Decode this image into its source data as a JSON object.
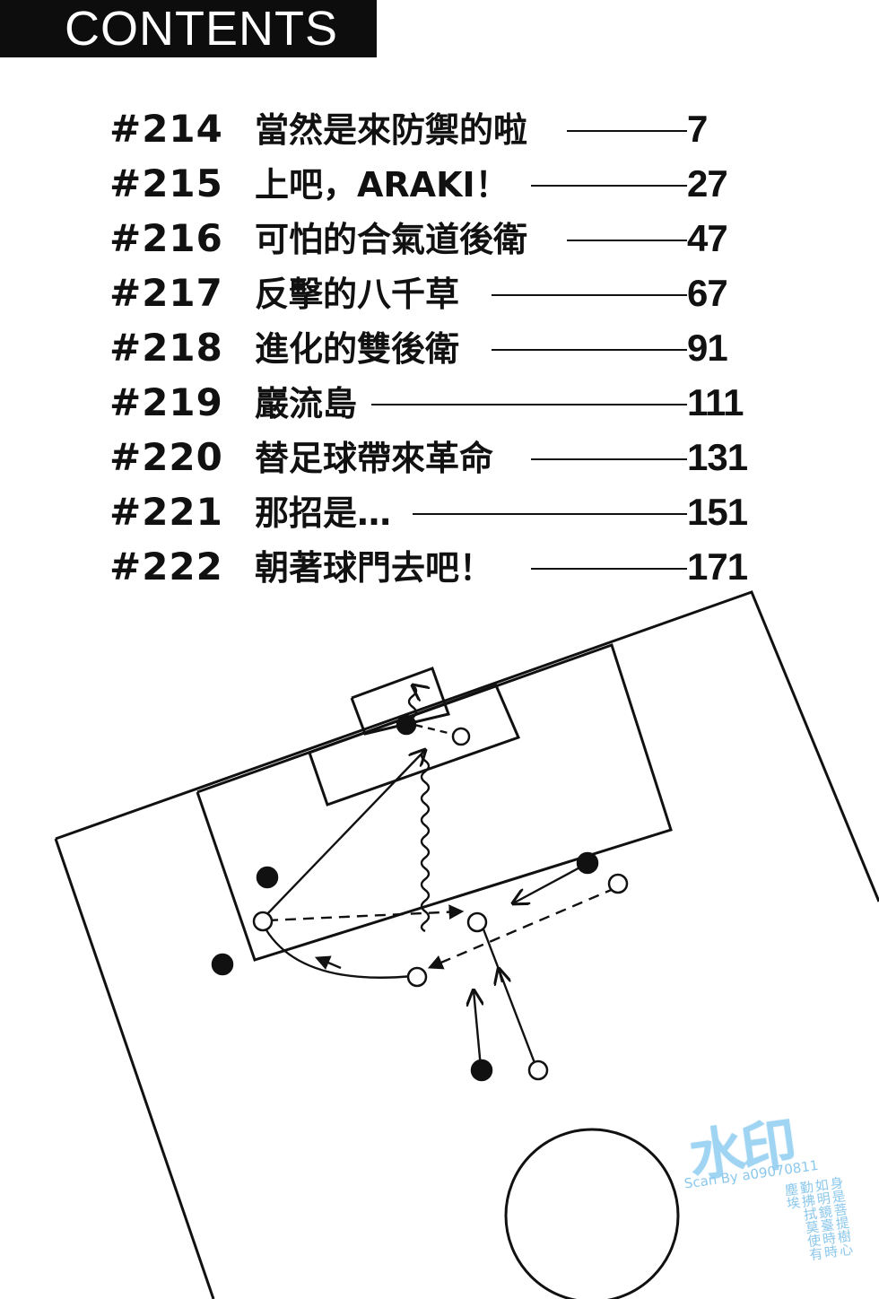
{
  "header": {
    "title": "CONTENTS"
  },
  "chapters": [
    {
      "number": "#214",
      "title": "當然是來防禦的啦",
      "page": "7"
    },
    {
      "number": "#215",
      "title": "上吧，ARAKI！",
      "page": "27"
    },
    {
      "number": "#216",
      "title": "可怕的合氣道後衛",
      "page": "47"
    },
    {
      "number": "#217",
      "title": "反擊的八千草",
      "page": "67"
    },
    {
      "number": "#218",
      "title": "進化的雙後衛",
      "page": "91"
    },
    {
      "number": "#219",
      "title": "巖流島",
      "page": "111"
    },
    {
      "number": "#220",
      "title": "替足球帶來革命",
      "page": "131"
    },
    {
      "number": "#221",
      "title": "那招是…",
      "page": "151"
    },
    {
      "number": "#222",
      "title": "朝著球門去吧！",
      "page": "171"
    }
  ],
  "watermark": {
    "main": "水印",
    "credit": "Scan By a09070811",
    "poem": "身是菩提樹心如明鏡臺時時勤拂拭莫使有塵埃"
  },
  "colors": {
    "ink": "#111111",
    "watermark": "#9fd4f2"
  }
}
